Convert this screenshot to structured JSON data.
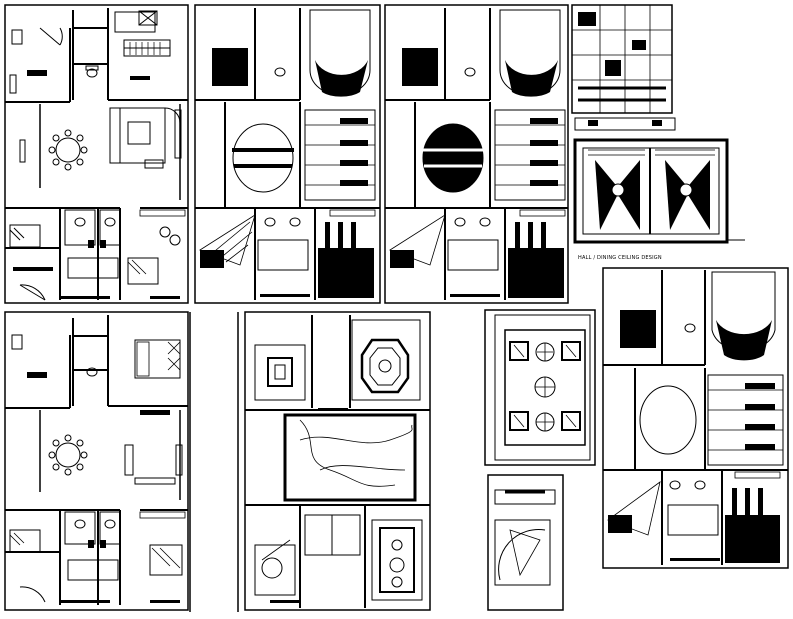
{
  "sheet": {
    "caption": "HALL / DINING CEILING DESIGN"
  },
  "colors": {
    "ink": "#000000",
    "paper": "#ffffff"
  },
  "panels": [
    {
      "id": "furniture-plan-top",
      "kind": "floor plan with furniture layout"
    },
    {
      "id": "ceiling-plan-1",
      "kind": "false ceiling plan"
    },
    {
      "id": "ceiling-plan-2",
      "kind": "false ceiling plan"
    },
    {
      "id": "ceiling-detail",
      "kind": "ceiling section and detail"
    },
    {
      "id": "furniture-plan-bottom",
      "kind": "floor plan with furniture layout"
    },
    {
      "id": "ceiling-plan-3",
      "kind": "false ceiling plan"
    },
    {
      "id": "ceiling-plan-4",
      "kind": "false ceiling plan"
    },
    {
      "id": "ceiling-plan-5",
      "kind": "false ceiling plan"
    }
  ]
}
